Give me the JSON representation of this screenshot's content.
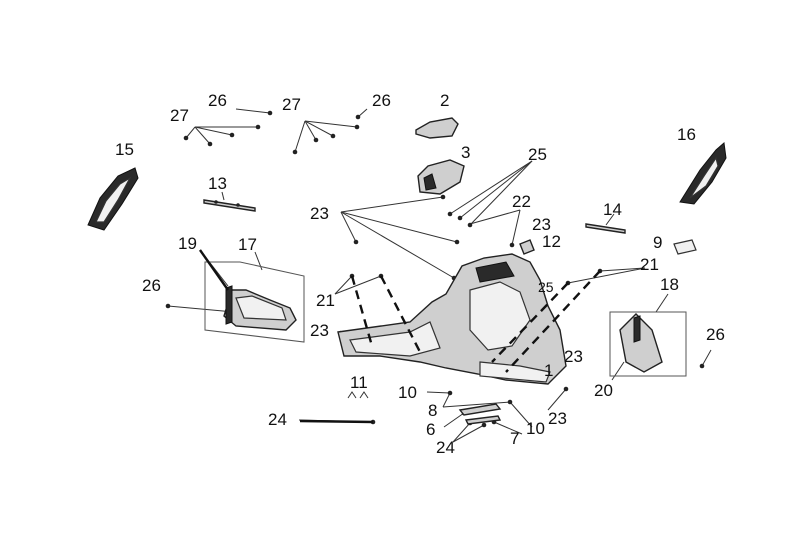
{
  "diagram": {
    "part_labels": [
      {
        "id": "label-1",
        "text": "1"
      },
      {
        "id": "label-2",
        "text": "2"
      },
      {
        "id": "label-3",
        "text": "3"
      },
      {
        "id": "label-6",
        "text": "6"
      },
      {
        "id": "label-7",
        "text": "7"
      },
      {
        "id": "label-8",
        "text": "8"
      },
      {
        "id": "label-9",
        "text": "9"
      },
      {
        "id": "label-10a",
        "text": "10"
      },
      {
        "id": "label-10b",
        "text": "10"
      },
      {
        "id": "label-11",
        "text": "11"
      },
      {
        "id": "label-12",
        "text": "12"
      },
      {
        "id": "label-13",
        "text": "13"
      },
      {
        "id": "label-14",
        "text": "14"
      },
      {
        "id": "label-15",
        "text": "15"
      },
      {
        "id": "label-16",
        "text": "16"
      },
      {
        "id": "label-17",
        "text": "17"
      },
      {
        "id": "label-18",
        "text": "18"
      },
      {
        "id": "label-19",
        "text": "19"
      },
      {
        "id": "label-20",
        "text": "20"
      },
      {
        "id": "label-21a",
        "text": "21"
      },
      {
        "id": "label-21b",
        "text": "21"
      },
      {
        "id": "label-22",
        "text": "22"
      },
      {
        "id": "label-23a",
        "text": "23"
      },
      {
        "id": "label-23b",
        "text": "23"
      },
      {
        "id": "label-23c",
        "text": "23"
      },
      {
        "id": "label-23d",
        "text": "23"
      },
      {
        "id": "label-23e",
        "text": "23"
      },
      {
        "id": "label-24a",
        "text": "24"
      },
      {
        "id": "label-24b",
        "text": "24"
      },
      {
        "id": "label-25a",
        "text": "25"
      },
      {
        "id": "label-25b",
        "text": "25"
      },
      {
        "id": "label-26a",
        "text": "26"
      },
      {
        "id": "label-26b",
        "text": "26"
      },
      {
        "id": "label-26c",
        "text": "26"
      },
      {
        "id": "label-26d",
        "text": "26"
      },
      {
        "id": "label-27a",
        "text": "27"
      },
      {
        "id": "label-27b",
        "text": "27"
      }
    ]
  }
}
